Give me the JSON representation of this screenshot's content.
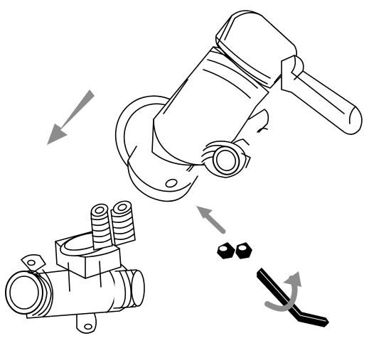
{
  "colors": {
    "background": "#ffffff",
    "line": "#000000",
    "fill_light": "#ffffff",
    "fill_shade": "#dcdcdc",
    "accent_arrow": "#8c8c8c"
  },
  "icons": {
    "assembly_direction_large": "arrow-down-left-icon",
    "assembly_direction_small": "arrow-up-left-icon",
    "rotation": "curved-rotate-arrow-icon"
  },
  "parts": [
    "valve-body-with-lever-handle",
    "mounting-flange",
    "threaded-outlet",
    "wall-connector-with-threaded-inlets",
    "grub-screws",
    "allen-key"
  ]
}
